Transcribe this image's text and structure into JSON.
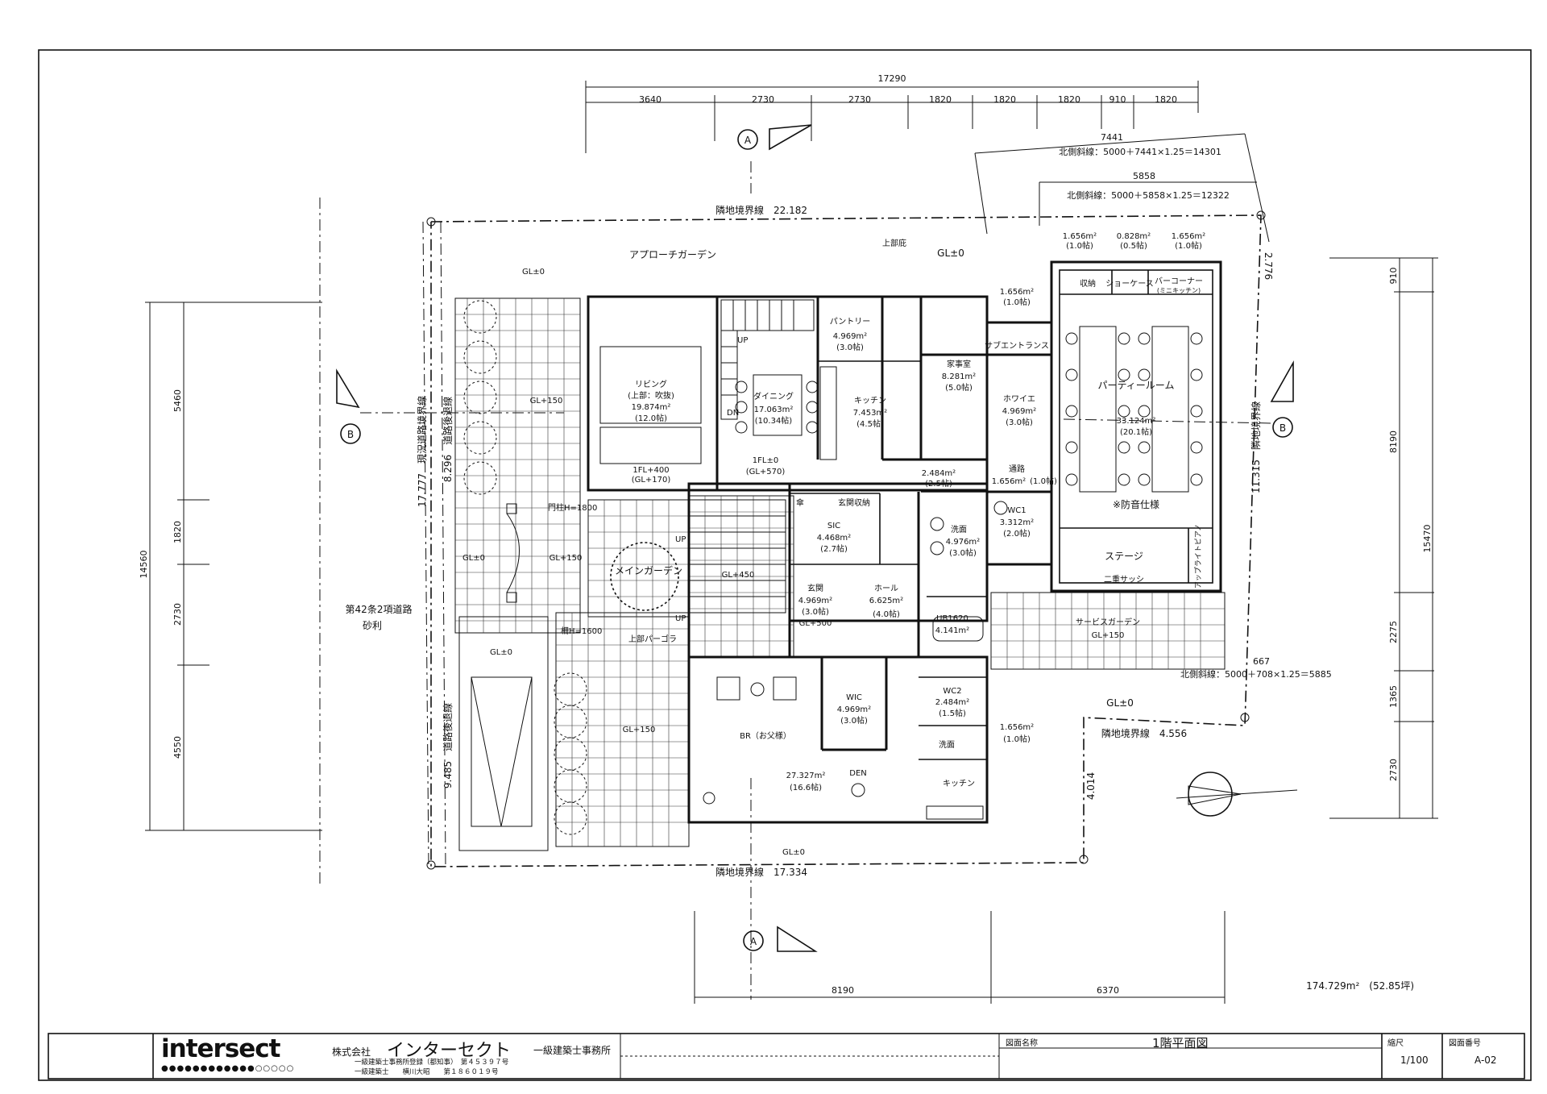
{
  "dimensions": {
    "top_total": "17290",
    "top_segments": [
      "3640",
      "2730",
      "2730",
      "1820",
      "1820",
      "1820",
      "910",
      "1820"
    ],
    "right_total": "15470",
    "right_segments": [
      "910",
      "8190",
      "2275",
      "1365",
      "2730"
    ],
    "left_total": "14560",
    "left_segments": [
      "5460",
      "1820",
      "2730",
      "4550"
    ],
    "bottom_segments": [
      "8190",
      "6370"
    ],
    "north_setback_1_width": "7441",
    "north_setback_1": "北側斜線：5000＋7441×1.25＝14301",
    "north_setback_2_width": "5858",
    "north_setback_2": "北側斜線：5000＋5858×1.25＝12322",
    "north_setback_3_width": "667",
    "north_setback_3": "北側斜線：5000＋708×1.25＝5885"
  },
  "boundaries": {
    "north": "隣地境界線　22.182",
    "south": "隣地境界線　17.334",
    "east_short": "隣地境界線　4.556",
    "east_long": "11.315　隣地境界線",
    "east_2776": "2.776",
    "west_current": "17.777　現況道路境界線",
    "west_setback_1": "8.296　道路後退線",
    "west_setback_2": "9.485　道路後退線",
    "sw_4014": "4.014"
  },
  "sections": {
    "a": "A",
    "b": "B"
  },
  "site": {
    "road": "第42条2項道路",
    "gravel": "砂利",
    "approach": "アプローチガーデン",
    "upper_eave": "上部庇",
    "main_garden": "メインガーデン",
    "service_garden": "サービスガーデン",
    "upper_pergola": "上部パーゴラ",
    "gate_post": "門柱H=1800",
    "fence": "柵H=1600"
  },
  "levels": {
    "gl0_a": "GL±0",
    "gl0_b": "GL±0",
    "gl0_c": "GL±0",
    "gl0_d": "GL±0",
    "gl0_e": "GL±0",
    "gl0_f": "GL±0",
    "gl150_a": "GL+150",
    "gl150_b": "GL+150",
    "gl150_c": "GL+150",
    "gl150_d": "GL+150",
    "gl450": "GL+450",
    "fl0": "1FL±0",
    "fl0_gl": "(GL+570)",
    "fl400": "1FL+400",
    "fl400_gl": "(GL+170)",
    "up_a": "UP",
    "up_b": "UP",
    "up_c": "UP",
    "dn": "DN"
  },
  "rooms": {
    "living": {
      "name": "リビング",
      "note": "(上部：吹抜)",
      "area": "19.874m²",
      "tatami": "(12.0帖)"
    },
    "dining": {
      "name": "ダイニング",
      "area": "17.063m²",
      "tatami": "(10.34帖)"
    },
    "pantry": {
      "name": "パントリー",
      "area": "4.969m²",
      "tatami": "(3.0帖)"
    },
    "kitchen": {
      "name": "キッチン",
      "area": "7.453m²",
      "tatami": "(4.5帖)"
    },
    "utility": {
      "name": "家事室",
      "area": "8.281m²",
      "tatami": "(5.0帖)"
    },
    "foyer": {
      "name": "ホワイエ",
      "area": "4.969m²",
      "tatami": "(3.0帖)"
    },
    "sub_entrance": {
      "name": "サブエントランス",
      "area": "1.656m²",
      "tatami": "(1.0帖)"
    },
    "hall_small": {
      "area": "2.484m²",
      "tatami": "(2.5帖)"
    },
    "passage": {
      "name": "通路",
      "area": "1.656m²",
      "tatami": "(1.0帖)"
    },
    "party": {
      "name": "パーティールーム",
      "area": "33.124m²",
      "tatami": "(20.1帖)",
      "note": "※防音仕様"
    },
    "storage": {
      "name": "収納",
      "area": "1.656m²",
      "tatami": "(1.0帖)"
    },
    "showcase": {
      "name": "ショーケース",
      "area": "0.828m²",
      "tatami": "(0.5帖)"
    },
    "bar": {
      "name": "バーコーナー",
      "sub": "(ミニキッチン)",
      "area": "1.656m²",
      "tatami": "(1.0帖)"
    },
    "stage": {
      "name": "ステージ",
      "sub": "二重サッシ",
      "side": "アップライトピアノ"
    },
    "wc1": {
      "name": "WC1",
      "area": "3.312m²",
      "tatami": "(2.0帖)"
    },
    "wash": {
      "name": "洗面",
      "area": "4.976m²",
      "tatami": "(3.0帖)"
    },
    "sic": {
      "name": "SIC",
      "area": "4.468m²",
      "tatami": "(2.7帖)"
    },
    "shoe": "玄関収納",
    "umbrella": "傘",
    "genkan": {
      "name": "玄関",
      "area": "4.969m²",
      "tatami": "(3.0帖)",
      "level": "GL+500"
    },
    "hall": {
      "name": "ホール",
      "area": "6.625m²",
      "tatami": "(4.0帖)"
    },
    "ub": {
      "name": "UB1620",
      "area": "4.141m²"
    },
    "wc2": {
      "name": "WC2",
      "area": "2.484m²",
      "tatami": "(1.5帖)"
    },
    "washroom2": {
      "name": "洗面",
      "area": "1.656m²",
      "tatami": "(1.0帖)"
    },
    "wic": {
      "name": "WIC",
      "area": "4.969m²",
      "tatami": "(3.0帖)"
    },
    "br": {
      "name": "BR（お父様）",
      "area": "27.327m²",
      "tatami": "(16.6帖)",
      "den": "DEN"
    },
    "kitchen2": "キッチン"
  },
  "total_area": "174.729m²　(52.85坪)",
  "title_block": {
    "logo": "intersect",
    "company_prefix": "株式会社",
    "company_name": "インターセクト",
    "company_suffix": "一級建築士事務所",
    "reg_line": "一級建築士事務所登録（都知事）　第４５３９７号",
    "architect_line": "一級建築士　　横川大昭　　第１８６０１９号",
    "drawing_name_label": "図面名称",
    "drawing_name": "1階平面図",
    "scale_label": "縮尺",
    "scale": "1/100",
    "drawing_no_label": "図面番号",
    "drawing_no": "A-02"
  }
}
